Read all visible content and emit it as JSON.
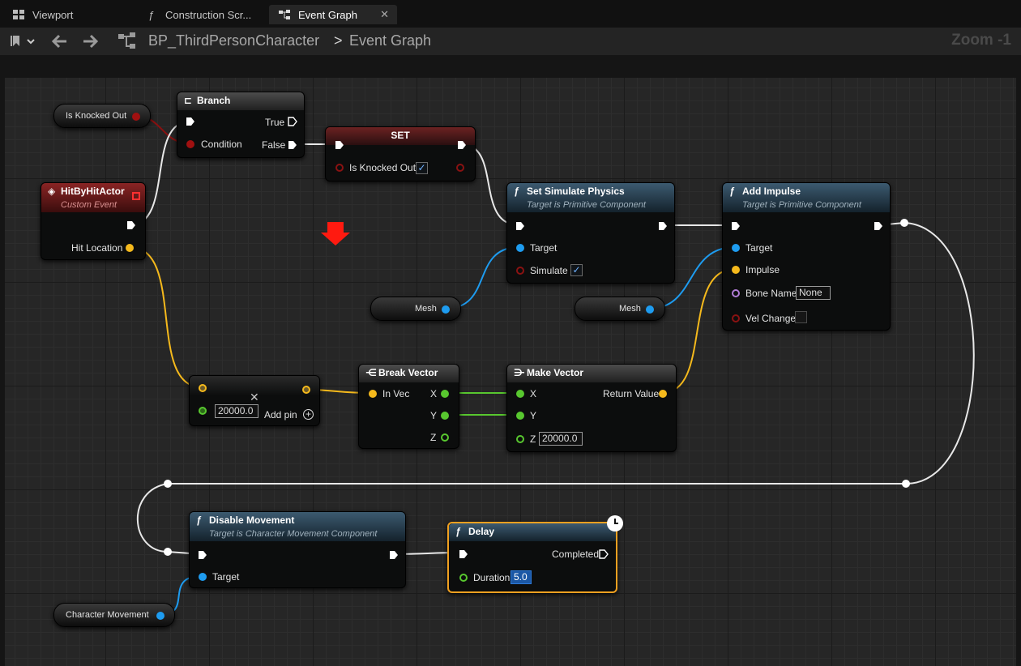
{
  "tabs": [
    {
      "label": "Viewport",
      "icon": "grid-icon",
      "active": false
    },
    {
      "label": "Construction Scr...",
      "icon": "function-icon",
      "active": false
    },
    {
      "label": "Event Graph",
      "icon": "graph-icon",
      "active": true
    }
  ],
  "breadcrumb": {
    "asset": "BP_ThirdPersonCharacter",
    "separator": ">",
    "graph": "Event Graph"
  },
  "zoom": "Zoom -1",
  "nodes": {
    "get_knocked_out": {
      "label": "Is Knocked Out"
    },
    "branch": {
      "title": "Branch",
      "pins": {
        "true": "True",
        "false": "False",
        "condition": "Condition"
      }
    },
    "set": {
      "title": "SET",
      "pin": "Is Knocked Out",
      "checked": true
    },
    "hit_event": {
      "title": "HitByHitActor",
      "subtitle": "Custom Event",
      "pin": "Hit Location"
    },
    "set_simulate": {
      "title": "Set Simulate Physics",
      "subtitle": "Target is Primitive Component",
      "pins": {
        "target": "Target",
        "simulate": "Simulate"
      },
      "simulate_checked": true
    },
    "add_impulse": {
      "title": "Add Impulse",
      "subtitle": "Target is Primitive Component",
      "pins": {
        "target": "Target",
        "impulse": "Impulse",
        "bone_name": "Bone Name",
        "vel_change": "Vel Change"
      },
      "bone_name_value": "None",
      "vel_change_checked": false
    },
    "mesh1": {
      "label": "Mesh"
    },
    "mesh2": {
      "label": "Mesh"
    },
    "multiply": {
      "value": "20000.0",
      "add_pin": "Add pin"
    },
    "break_vector": {
      "title": "Break Vector",
      "pins": {
        "in": "In Vec",
        "x": "X",
        "y": "Y",
        "z": "Z"
      }
    },
    "make_vector": {
      "title": "Make Vector",
      "pins": {
        "x": "X",
        "y": "Y",
        "z": "Z",
        "ret": "Return Value"
      },
      "z_value": "20000.0"
    },
    "disable_movement": {
      "title": "Disable Movement",
      "subtitle": "Target is Character Movement Component",
      "pin": "Target"
    },
    "delay": {
      "title": "Delay",
      "pins": {
        "completed": "Completed",
        "duration": "Duration"
      },
      "duration_value": "5.0"
    },
    "char_movement": {
      "label": "Character Movement"
    }
  },
  "colors": {
    "exec": "#ffffff",
    "bool": "#a01010",
    "object": "#1e9cf0",
    "vector": "#f5b91c",
    "float": "#58c72f",
    "name": "#b07cd6",
    "selection": "#f0a020",
    "arrow": "#ff1a10"
  }
}
